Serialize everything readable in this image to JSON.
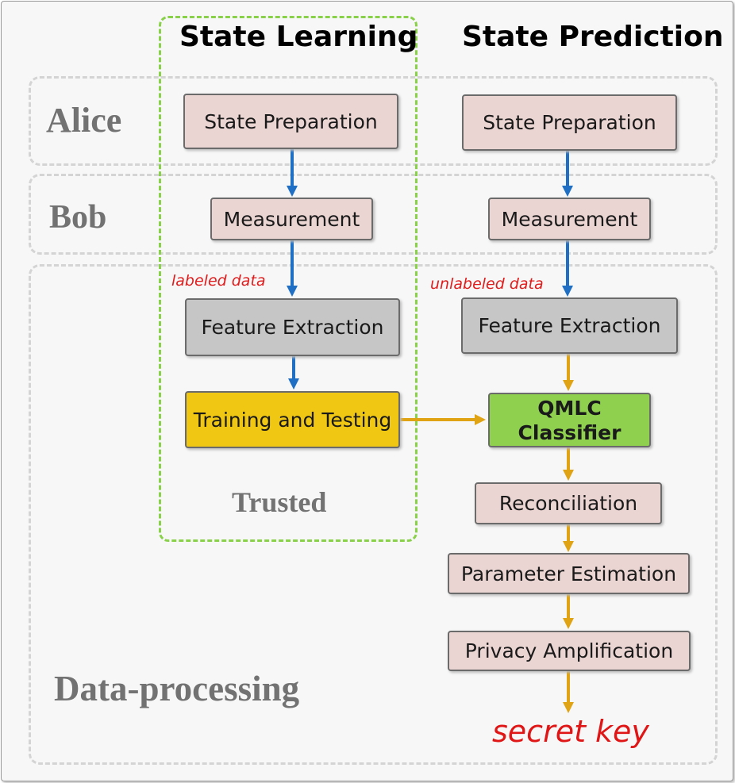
{
  "headers": {
    "learning": "State Learning",
    "prediction": "State Prediction"
  },
  "rows": {
    "alice": "Alice",
    "bob": "Bob",
    "data_processing": "Data-processing"
  },
  "trusted_label": "Trusted",
  "learning": {
    "state_preparation": "State Preparation",
    "measurement": "Measurement",
    "labeled_data": "labeled data",
    "feature_extraction": "Feature Extraction",
    "training_testing": "Training and Testing"
  },
  "prediction": {
    "state_preparation": "State Preparation",
    "measurement": "Measurement",
    "unlabeled_data": "unlabeled data",
    "feature_extraction": "Feature Extraction",
    "classifier_line1": "QMLC",
    "classifier_line2": "Classifier",
    "reconciliation": "Reconciliation",
    "parameter_estimation": "Parameter Estimation",
    "privacy_amplification": "Privacy Amplification",
    "secret_key": "secret key"
  },
  "colors": {
    "blue_arrow": "#1f6fc4",
    "orange_arrow": "#e0a313",
    "trusted_border": "#8ad14a",
    "pink_box": "#ebd5d3",
    "gray_box": "#c6c6c6",
    "yellow_box": "#f0c814",
    "green_box": "#8fd14f",
    "red_text": "#e01b1b"
  }
}
